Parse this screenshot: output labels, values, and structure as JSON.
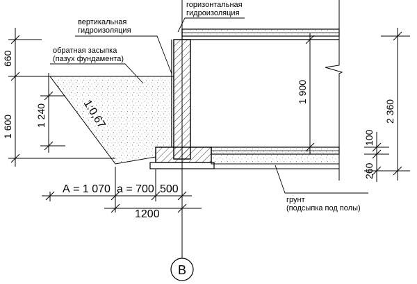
{
  "labels": {
    "vertical_waterproofing": [
      "вертикальная",
      "гидроизоляция"
    ],
    "horizontal_waterproofing": [
      "горизонтальная",
      "гидроизоляция"
    ],
    "backfill": [
      "обратная засыпка",
      "(пазух фундамента)"
    ],
    "ground": [
      "грунт",
      "(подсыпка под полы)"
    ]
  },
  "dimensions": {
    "left_660": "660",
    "left_1600": "1 600",
    "left_1240": "1 240",
    "slope": "1:0,67",
    "mid_1900": "1 900",
    "right_2360": "2 360",
    "right_100": "100",
    "right_260": "260",
    "bottom_A": "А = 1 070",
    "bottom_a": "а = 700",
    "bottom_500": "500",
    "bottom_1200": "1200"
  },
  "axis": {
    "label": "В"
  },
  "colors": {
    "line": "#000000",
    "paper": "#ffffff",
    "fill_dots": "#555555"
  }
}
